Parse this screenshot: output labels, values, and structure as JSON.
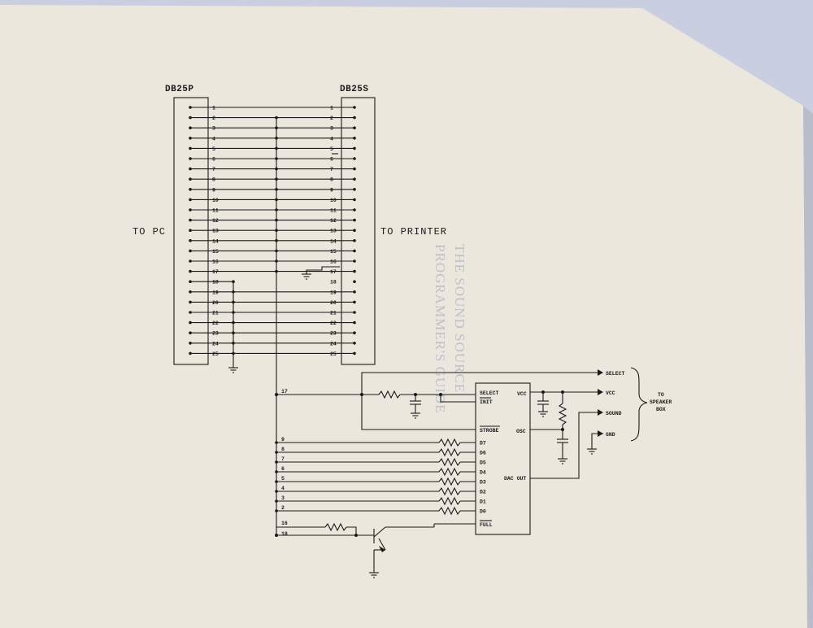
{
  "connectors": {
    "left_label": "DB25P",
    "right_label": "DB25S",
    "left_side_label": "TO PC",
    "right_side_label": "TO PRINTER",
    "pins": [
      "1",
      "2",
      "3",
      "4",
      "5",
      "6",
      "7",
      "8",
      "9",
      "10",
      "11",
      "12",
      "13",
      "14",
      "15",
      "16",
      "17",
      "18",
      "19",
      "20",
      "21",
      "22",
      "23",
      "24",
      "25"
    ]
  },
  "tap_pins": {
    "select": "17",
    "data": [
      "9",
      "8",
      "7",
      "6",
      "5",
      "4",
      "3",
      "2"
    ],
    "bottom": [
      "16",
      "18"
    ]
  },
  "chip": {
    "select": "SELECT",
    "init": "INIT",
    "strobe": "STROBE",
    "data_pins": [
      "D7",
      "D6",
      "D5",
      "D4",
      "D3",
      "D2",
      "D1",
      "D0"
    ],
    "full": "FULL",
    "vcc": "VCC",
    "osc": "OSC",
    "dac_out": "DAC OUT"
  },
  "outputs": {
    "select": "SELECT",
    "vcc": "VCC",
    "sound": "SOUND",
    "gnd": "GND",
    "destination": [
      "TO",
      "SPEAKER",
      "BOX"
    ]
  },
  "watermark": [
    "THE SOUND SOURCE",
    "PROGRAMMER'S GUIDE"
  ],
  "colors": {
    "paper": "#ece7dc",
    "ink": "#1a1a1a",
    "backdrop": "#c9cfe0"
  }
}
